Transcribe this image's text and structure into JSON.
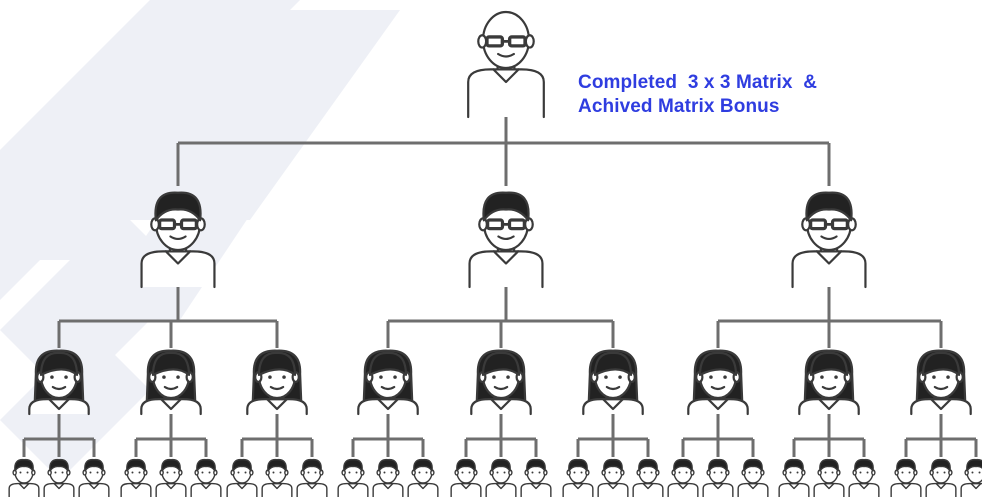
{
  "annotation": {
    "line1": "Completed  3 x 3 Matrix  &",
    "line2": "Achived Matrix Bonus"
  },
  "colors": {
    "annotation_text": "#2f3de0",
    "connector": "#6e6e6e",
    "outline": "#3a3a3a",
    "skin": "#ffffff",
    "hair": "#222222",
    "watermark": "#eef0f6"
  },
  "figure_types": {
    "root": "bald-man-with-glasses-icon",
    "level1": "man-with-glasses-icon",
    "level2": "woman-icon",
    "level3": "man-icon"
  },
  "matrix": {
    "width": 3,
    "levels": [
      {
        "level": 0,
        "count": 1
      },
      {
        "level": 1,
        "count": 3
      },
      {
        "level": 2,
        "count": 9
      },
      {
        "level": 3,
        "count": 27
      }
    ]
  }
}
